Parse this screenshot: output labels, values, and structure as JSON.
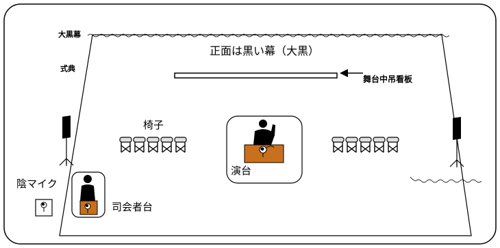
{
  "labels": {
    "curtain_main": "大黒幕",
    "ceremony": "式典",
    "front_note": "正面は黒い幕（大黒）",
    "hanging_sign": "舞台中吊看板",
    "chairs": "椅子",
    "podium": "演台",
    "hidden_mic": "陰マイク",
    "mc_stand": "司会者台"
  }
}
